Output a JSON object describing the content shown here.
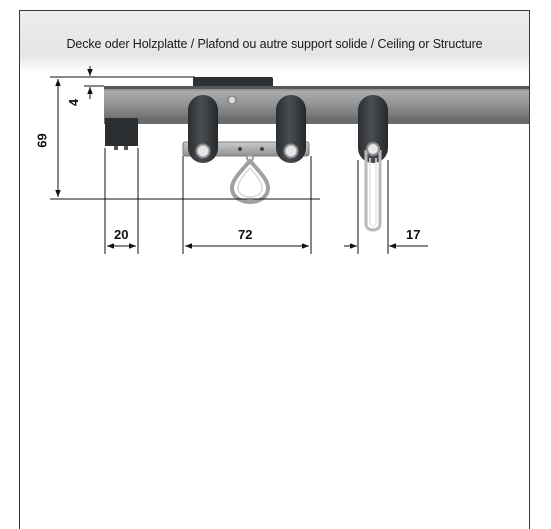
{
  "ceiling": {
    "label": "Decke oder Holzplatte / Plafond ou autre support solide / Ceiling or Structure"
  },
  "dimensions": {
    "height_total": "69",
    "ceiling_gap": "4",
    "end_cap_width": "20",
    "runner_spacing": "72",
    "hook_runner_width": "17"
  },
  "colors": {
    "rail": "#8a8c8e",
    "rail_dark": "#4d4f51",
    "runner": "#3a3d40",
    "line": "#1a1a1a"
  }
}
